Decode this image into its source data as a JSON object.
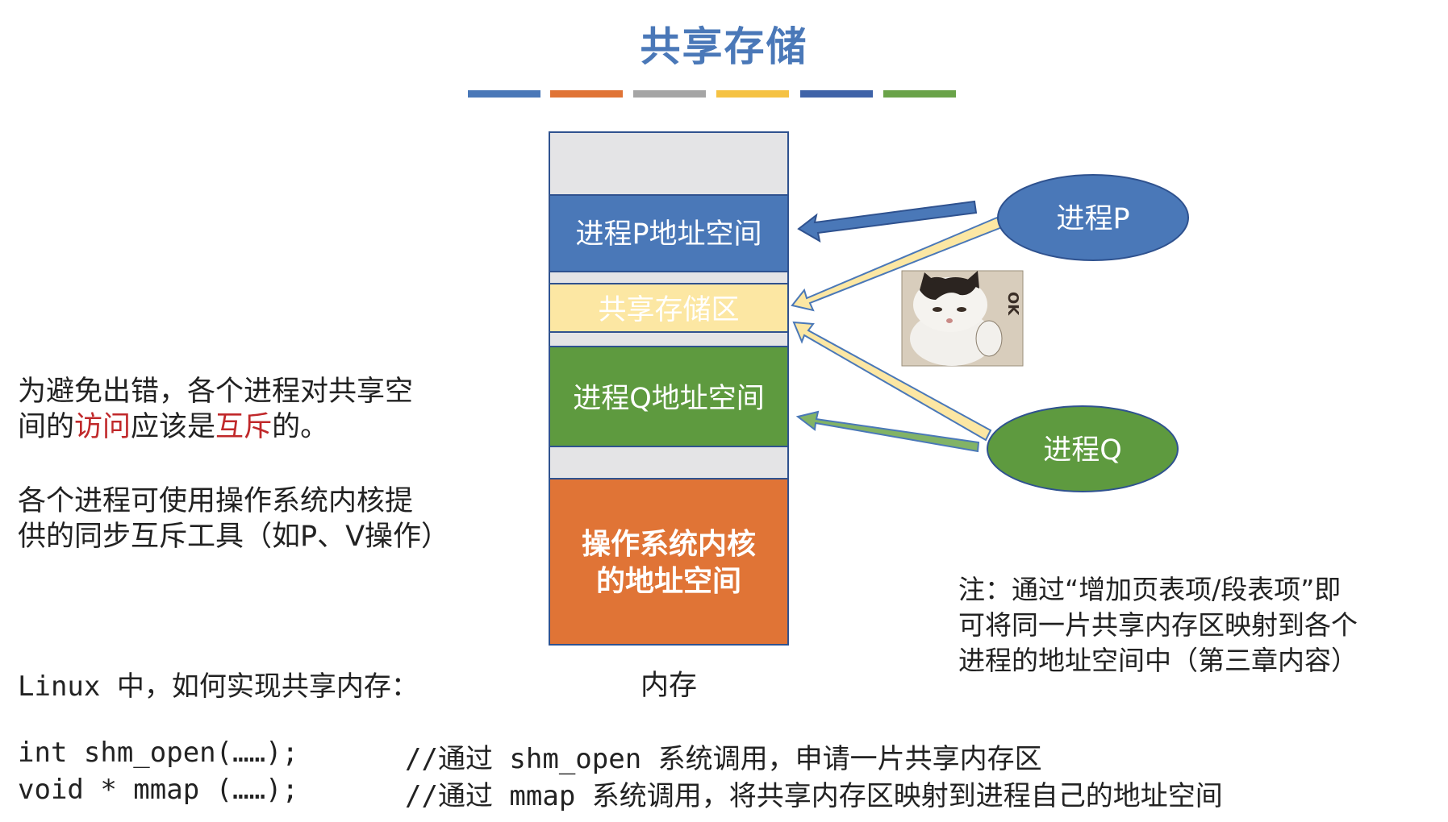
{
  "title": "共享存储",
  "color_bar": [
    "#4a78b8",
    "#e07436",
    "#a5a5a5",
    "#f5c243",
    "#3f63a8",
    "#6aa349"
  ],
  "memory": {
    "label": "内存",
    "segments": {
      "proc_p": "进程P地址空间",
      "shared": "共享存储区",
      "proc_q": "进程Q地址空间",
      "kernel_line1": "操作系统内核",
      "kernel_line2": "的地址空间"
    }
  },
  "processes": {
    "p": "进程P",
    "q": "进程Q"
  },
  "sticker": {
    "text": "OK"
  },
  "left_text": {
    "para1": {
      "line1": "为避免出错，各个进程对共享空",
      "line2_pre": "间的",
      "line2_red1": "访问",
      "line2_mid": "应该是",
      "line2_red2": "互斥",
      "line2_post": "的。"
    },
    "para2": {
      "line1": "各个进程可使用操作系统内核提",
      "line2": "供的同步互斥工具（如P、V操作）"
    },
    "linux_heading": "Linux 中，如何实现共享内存："
  },
  "note": {
    "line1": "注：通过“增加页表项/段表项”即",
    "line2": "可将同一片共享内存区映射到各个",
    "line3": "进程的地址空间中（第三章内容）"
  },
  "code": [
    {
      "code": "int shm_open(……);",
      "comment": "//通过 shm_open 系统调用，申请一片共享内存区"
    },
    {
      "code": "void * mmap (……);",
      "comment": "//通过 mmap 系统调用，将共享内存区映射到进程自己的地址空间"
    }
  ],
  "colors": {
    "blue": "#4a78b8",
    "yellow": "#fce7a3",
    "green": "#5e9a3f",
    "orange": "#e07436",
    "gray": "#e4e4e6",
    "dark_blue_border": "#2f528f"
  }
}
